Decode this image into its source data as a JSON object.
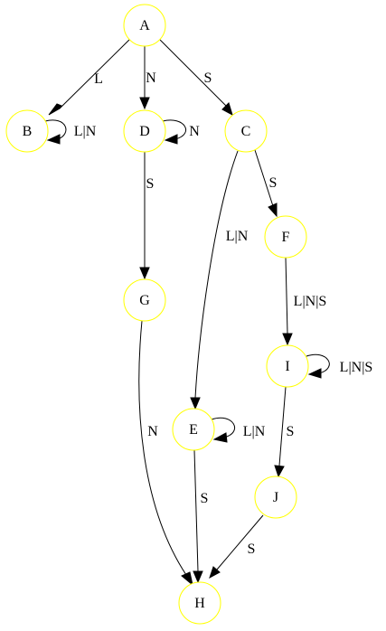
{
  "diagram": {
    "type": "state-diagram",
    "node_stroke_color": "#ffff00",
    "edge_color": "#000000",
    "background": "#ffffff",
    "nodes": [
      {
        "id": "A",
        "label": "A"
      },
      {
        "id": "B",
        "label": "B"
      },
      {
        "id": "D",
        "label": "D"
      },
      {
        "id": "C",
        "label": "C"
      },
      {
        "id": "F",
        "label": "F"
      },
      {
        "id": "G",
        "label": "G"
      },
      {
        "id": "I",
        "label": "I"
      },
      {
        "id": "E",
        "label": "E"
      },
      {
        "id": "J",
        "label": "J"
      },
      {
        "id": "H",
        "label": "H"
      }
    ],
    "edges": [
      {
        "from": "A",
        "to": "B",
        "label": "L"
      },
      {
        "from": "A",
        "to": "D",
        "label": "N"
      },
      {
        "from": "A",
        "to": "C",
        "label": "S"
      },
      {
        "from": "B",
        "to": "B",
        "label": "L|N"
      },
      {
        "from": "D",
        "to": "D",
        "label": "N"
      },
      {
        "from": "D",
        "to": "G",
        "label": "S"
      },
      {
        "from": "C",
        "to": "E",
        "label": "L|N"
      },
      {
        "from": "C",
        "to": "F",
        "label": "S"
      },
      {
        "from": "F",
        "to": "I",
        "label": "L|N|S"
      },
      {
        "from": "I",
        "to": "I",
        "label": "L|N|S"
      },
      {
        "from": "G",
        "to": "H",
        "label": "N"
      },
      {
        "from": "E",
        "to": "E",
        "label": "L|N"
      },
      {
        "from": "E",
        "to": "H",
        "label": "S"
      },
      {
        "from": "I",
        "to": "J",
        "label": "S"
      },
      {
        "from": "J",
        "to": "H",
        "label": "S"
      }
    ]
  }
}
